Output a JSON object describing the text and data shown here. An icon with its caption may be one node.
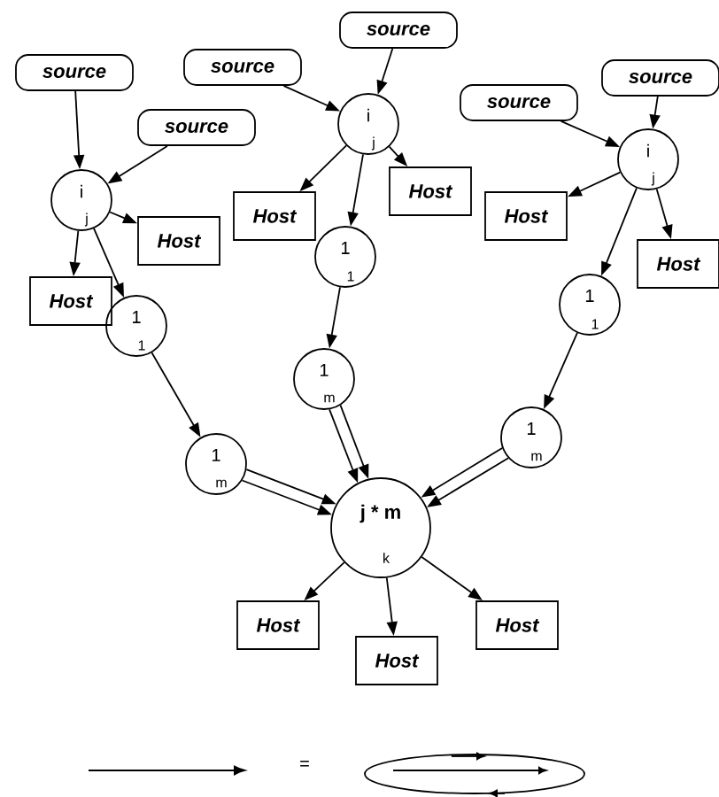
{
  "diagram": {
    "nodes": [
      {
        "text": [
          "source"
        ]
      },
      {
        "text": [
          "source"
        ]
      },
      {
        "text": [
          "source"
        ]
      },
      {
        "text": [
          "source"
        ]
      },
      {
        "text": [
          "source"
        ]
      },
      {
        "text": [
          "source"
        ]
      },
      {
        "text": [
          "i",
          "j"
        ]
      },
      {
        "text": [
          "i",
          "j"
        ]
      },
      {
        "text": [
          "i",
          "j"
        ]
      },
      {
        "text": [
          "Host"
        ]
      },
      {
        "text": [
          "Host"
        ]
      },
      {
        "text": [
          "Host"
        ]
      },
      {
        "text": [
          "Host"
        ]
      },
      {
        "text": [
          "1",
          "1"
        ]
      },
      {
        "text": [
          "Host"
        ]
      },
      {
        "text": [
          "1",
          "1"
        ]
      },
      {
        "text": [
          "Host"
        ]
      },
      {
        "text": [
          "1",
          "1"
        ]
      },
      {
        "text": [
          "1",
          "m"
        ]
      },
      {
        "text": [
          "1",
          "m"
        ]
      },
      {
        "text": [
          "1",
          "m"
        ]
      },
      {
        "text": [
          "j * m",
          "k"
        ]
      },
      {
        "text": [
          "Host"
        ]
      },
      {
        "text": [
          "Host"
        ]
      },
      {
        "text": [
          "Host"
        ]
      }
    ],
    "edges": [
      {
        "from": 1,
        "to": 8,
        "arrow": "to"
      },
      {
        "from": 5,
        "to": 8,
        "arrow": "to"
      },
      {
        "from": 8,
        "to": 12,
        "arrow": "to"
      },
      {
        "from": 8,
        "to": 16,
        "arrow": "to"
      },
      {
        "from": 8,
        "to": 17,
        "arrow": "to"
      },
      {
        "from": 17,
        "to": 20,
        "arrow": "to"
      },
      {
        "from": 20,
        "to": 21,
        "arrow": "to"
      },
      {
        "from": 20,
        "to": 21,
        "arrow": "to"
      },
      {
        "from": 2,
        "to": 6,
        "arrow": "to"
      },
      {
        "from": 0,
        "to": 6,
        "arrow": "to"
      },
      {
        "from": 6,
        "to": 10,
        "arrow": "to"
      },
      {
        "from": 6,
        "to": 9,
        "arrow": "to"
      },
      {
        "from": 6,
        "to": 13,
        "arrow": "to"
      },
      {
        "from": 13,
        "to": 18,
        "arrow": "to"
      },
      {
        "from": 18,
        "to": 21,
        "arrow": "to"
      },
      {
        "from": 18,
        "to": 21,
        "arrow": "to"
      },
      {
        "from": 4,
        "to": 7,
        "arrow": "to"
      },
      {
        "from": 3,
        "to": 7,
        "arrow": "to"
      },
      {
        "from": 7,
        "to": 11,
        "arrow": "to"
      },
      {
        "from": 7,
        "to": 14,
        "arrow": "to"
      },
      {
        "from": 7,
        "to": 15,
        "arrow": "to"
      },
      {
        "from": 15,
        "to": 19,
        "arrow": "to"
      },
      {
        "from": 19,
        "to": 21,
        "arrow": "to"
      },
      {
        "from": 19,
        "to": 21,
        "arrow": "to"
      },
      {
        "from": 21,
        "to": 22,
        "arrow": "to"
      },
      {
        "from": 21,
        "to": 24,
        "arrow": "to"
      },
      {
        "from": 21,
        "to": 23,
        "arrow": "to"
      }
    ],
    "labels": [
      "="
    ]
  }
}
